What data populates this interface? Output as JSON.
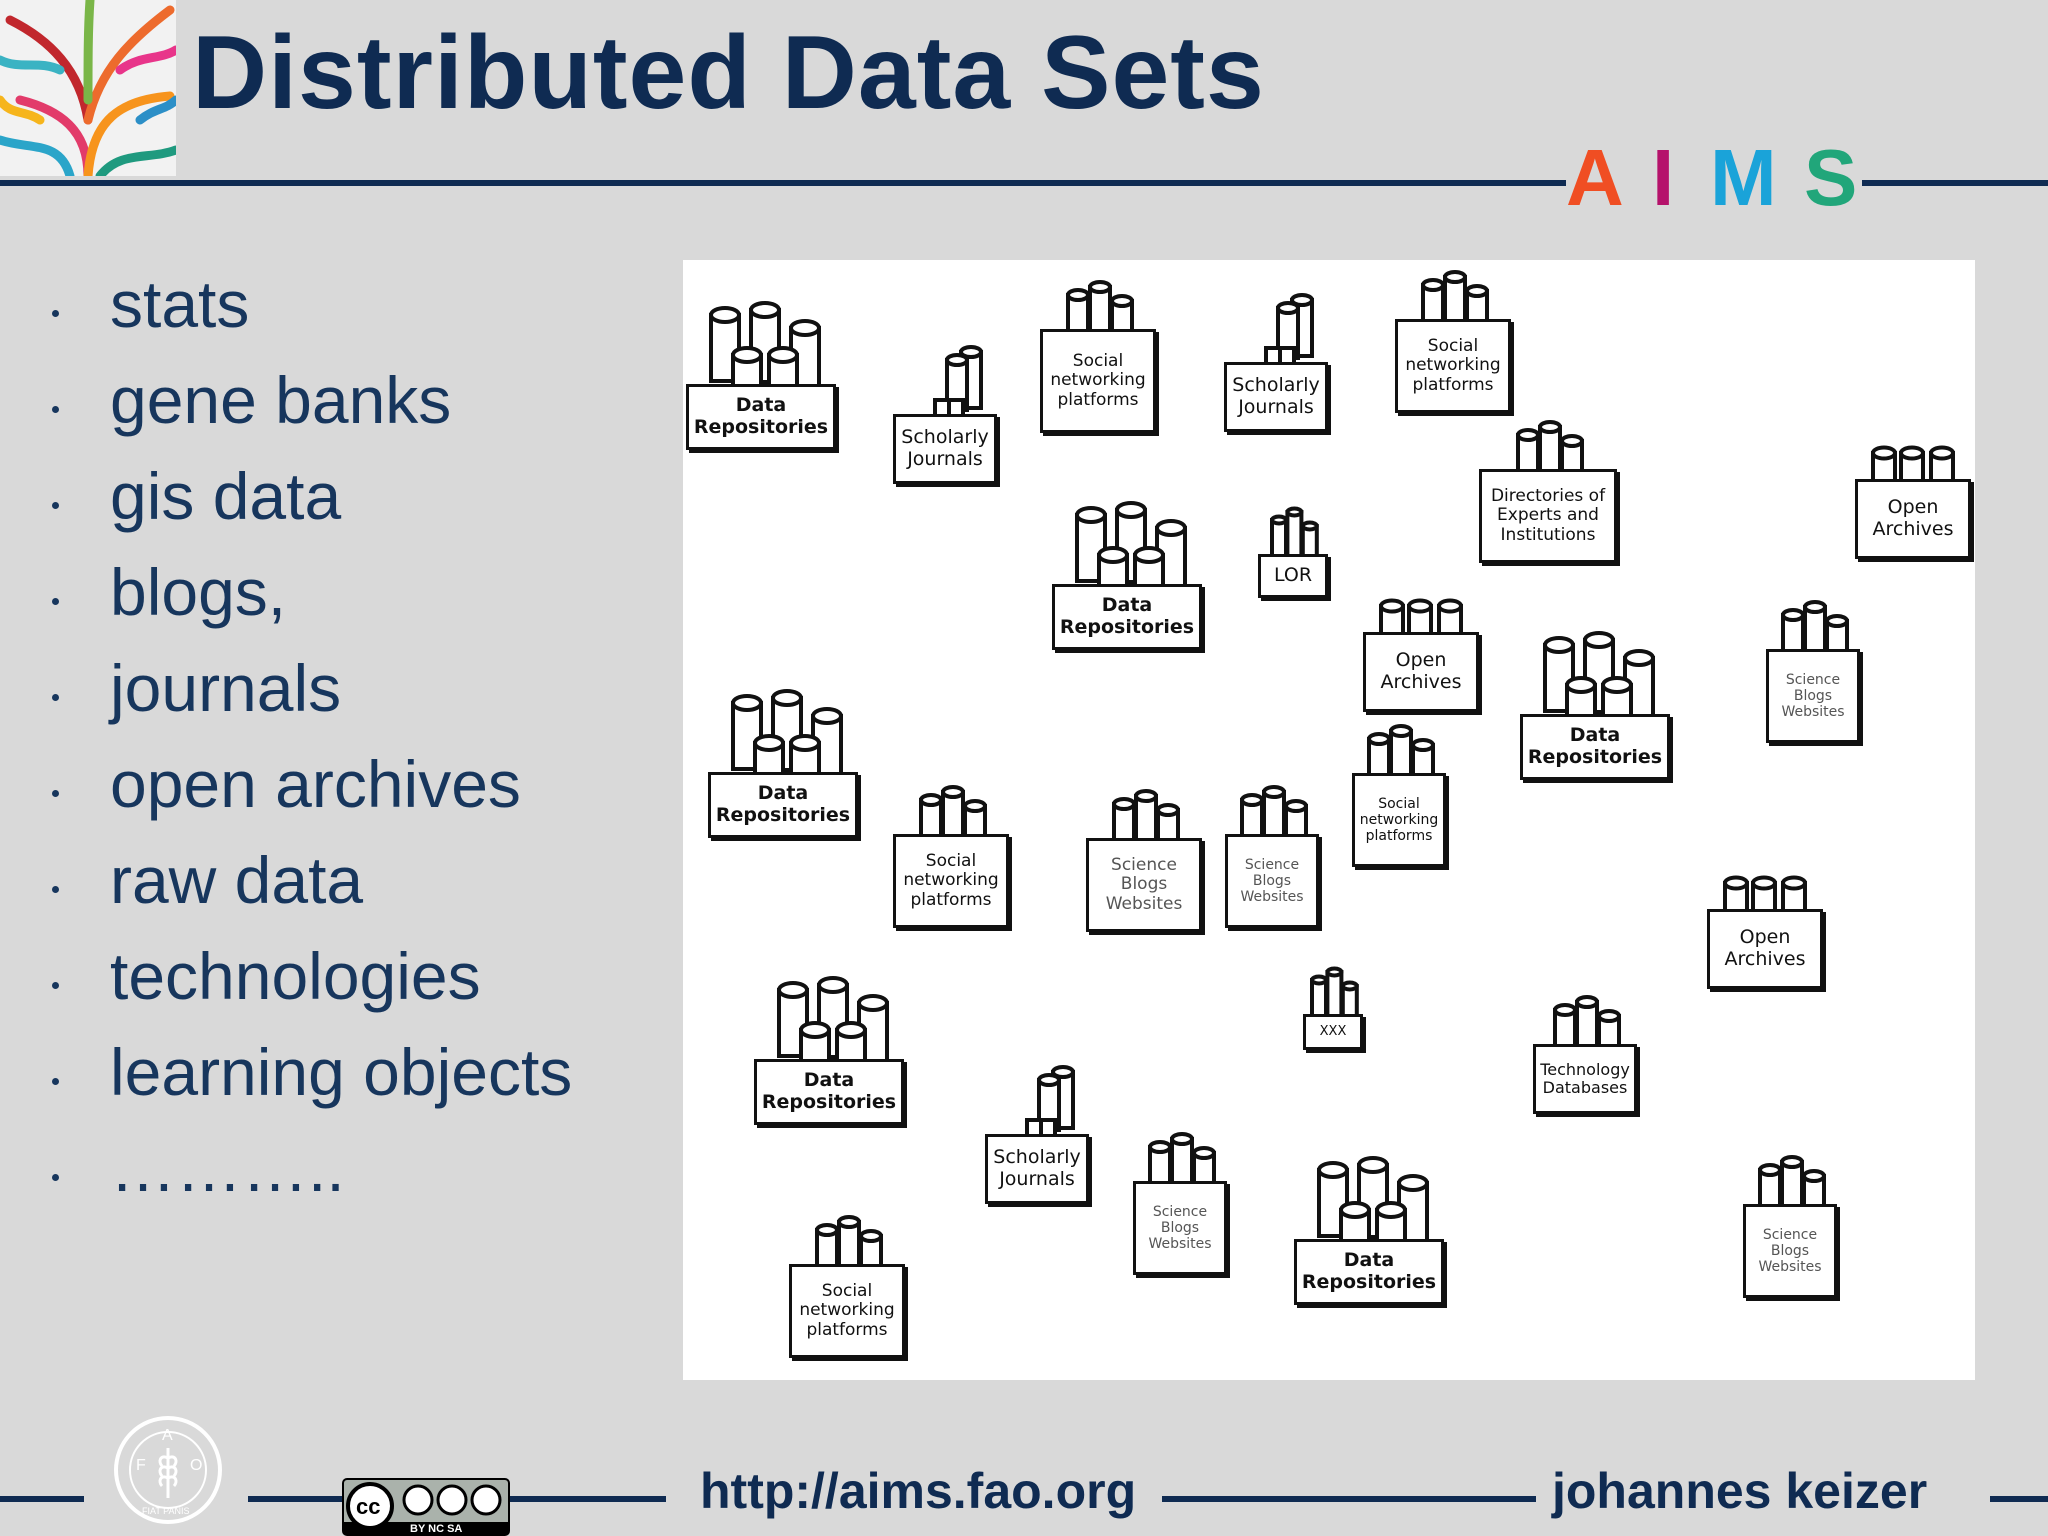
{
  "title": "Distributed Data Sets",
  "brand": {
    "letters": [
      "A",
      "I",
      "M",
      "S"
    ],
    "colors": [
      "#f04e23",
      "#b5126b",
      "#1aa3d9",
      "#21a67a"
    ]
  },
  "bullets": [
    "stats",
    "gene banks",
    "gis data",
    "blogs,",
    "journals",
    "open archives",
    "raw data",
    "technologies",
    "learning objects",
    "……….."
  ],
  "diagram": {
    "nodes": [
      {
        "kind": "cyl",
        "lines": [
          "Data",
          "Repositories"
        ],
        "bold": true
      },
      {
        "kind": "scroll",
        "lines": [
          "Scholarly",
          "Journals"
        ]
      },
      {
        "kind": "tall",
        "lines": [
          "Social",
          "networking",
          "platforms"
        ]
      },
      {
        "kind": "scroll",
        "lines": [
          "Scholarly",
          "Journals"
        ]
      },
      {
        "kind": "tall",
        "lines": [
          "Social",
          "networking",
          "platforms"
        ]
      },
      {
        "kind": "tall",
        "lines": [
          "Directories of",
          "Experts and",
          "Institutions"
        ]
      },
      {
        "kind": "wide",
        "lines": [
          "Open",
          "Archives"
        ]
      },
      {
        "kind": "cyl",
        "lines": [
          "Data",
          "Repositories"
        ],
        "bold": true
      },
      {
        "kind": "lor",
        "lines": [
          "LOR"
        ]
      },
      {
        "kind": "wide",
        "lines": [
          "Open",
          "Archives"
        ]
      },
      {
        "kind": "cyl",
        "lines": [
          "Data",
          "Repositories"
        ],
        "bold": true
      },
      {
        "kind": "cyl",
        "lines": [
          "Data",
          "Repositories"
        ],
        "bold": true
      },
      {
        "kind": "small",
        "lines": [
          "Science",
          "Blogs",
          "Websites"
        ]
      },
      {
        "kind": "tall",
        "lines": [
          "Social",
          "networking",
          "platforms"
        ]
      },
      {
        "kind": "small",
        "lines": [
          "Science",
          "Blogs",
          "Websites"
        ]
      },
      {
        "kind": "tall",
        "lines": [
          "Social",
          "networking",
          "platforms"
        ]
      },
      {
        "kind": "small",
        "lines": [
          "Science",
          "Blogs",
          "Websites"
        ]
      },
      {
        "kind": "wide",
        "lines": [
          "Open",
          "Archives"
        ]
      },
      {
        "kind": "cyl",
        "lines": [
          "Data",
          "Repositories"
        ],
        "bold": true
      },
      {
        "kind": "lor",
        "lines": [
          "XXX"
        ]
      },
      {
        "kind": "scroll",
        "lines": [
          "Scholarly",
          "Journals"
        ]
      },
      {
        "kind": "tall",
        "lines": [
          "Technology",
          "Databases"
        ]
      },
      {
        "kind": "small",
        "lines": [
          "Science",
          "Blogs",
          "Websites"
        ]
      },
      {
        "kind": "cyl",
        "lines": [
          "Data",
          "Repositories"
        ],
        "bold": true
      },
      {
        "kind": "small",
        "lines": [
          "Science",
          "Blogs",
          "Websites"
        ]
      },
      {
        "kind": "tall",
        "lines": [
          "Social",
          "networking",
          "platforms"
        ]
      }
    ]
  },
  "footer": {
    "url": "http://aims.fao.org",
    "author": "johannes keizer",
    "fao_letters": [
      "F",
      "A",
      "O",
      "FIAT PANIS"
    ],
    "cc_label": "BY NC SA"
  }
}
